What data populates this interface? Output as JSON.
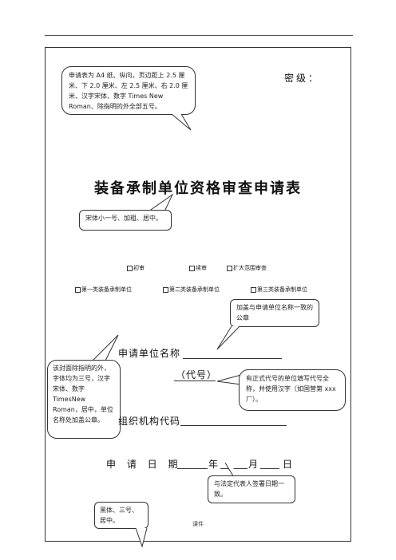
{
  "secret_label": "密级：",
  "title": "装备承制单位资格审查申请表",
  "callouts": {
    "page_format": "申请表为 A4 纸、纵向，页边距上 2.5 厘米、下 2.0 厘米、左 2.5 厘米、右 2.0 厘米、汉字宋体、数字 Times New Roman、除指明的外全部五号。",
    "title_format": "宋体小一号、加粗、居中。",
    "seal_note": "加盖与申请单位名称一致的公章",
    "cover_format": "该封面除指明的外，字体均为三号，汉字宋体、数字TimesNew Roman，居中，单位名称处加盖公章。",
    "code_note": "有正式代号的单位填写代号全称，并使用汉字（如国营第 xxx 厂）。",
    "date_note": "与法定代表人签署日期一致。",
    "date_font": "黑体、三号、居中。"
  },
  "review_types": [
    "初审",
    "续审",
    "扩大范围审查"
  ],
  "unit_categories": [
    "第一类装备承制单位",
    "第二类装备承制单位",
    "第三类装备承制单位"
  ],
  "fields": {
    "applicant_name": "申请单位名称",
    "code_name": "（代号）",
    "org_code": "组织机构代码",
    "date_label": "申 请 日 期",
    "year": "年",
    "month": "月",
    "day": "日"
  },
  "footer": "课件"
}
